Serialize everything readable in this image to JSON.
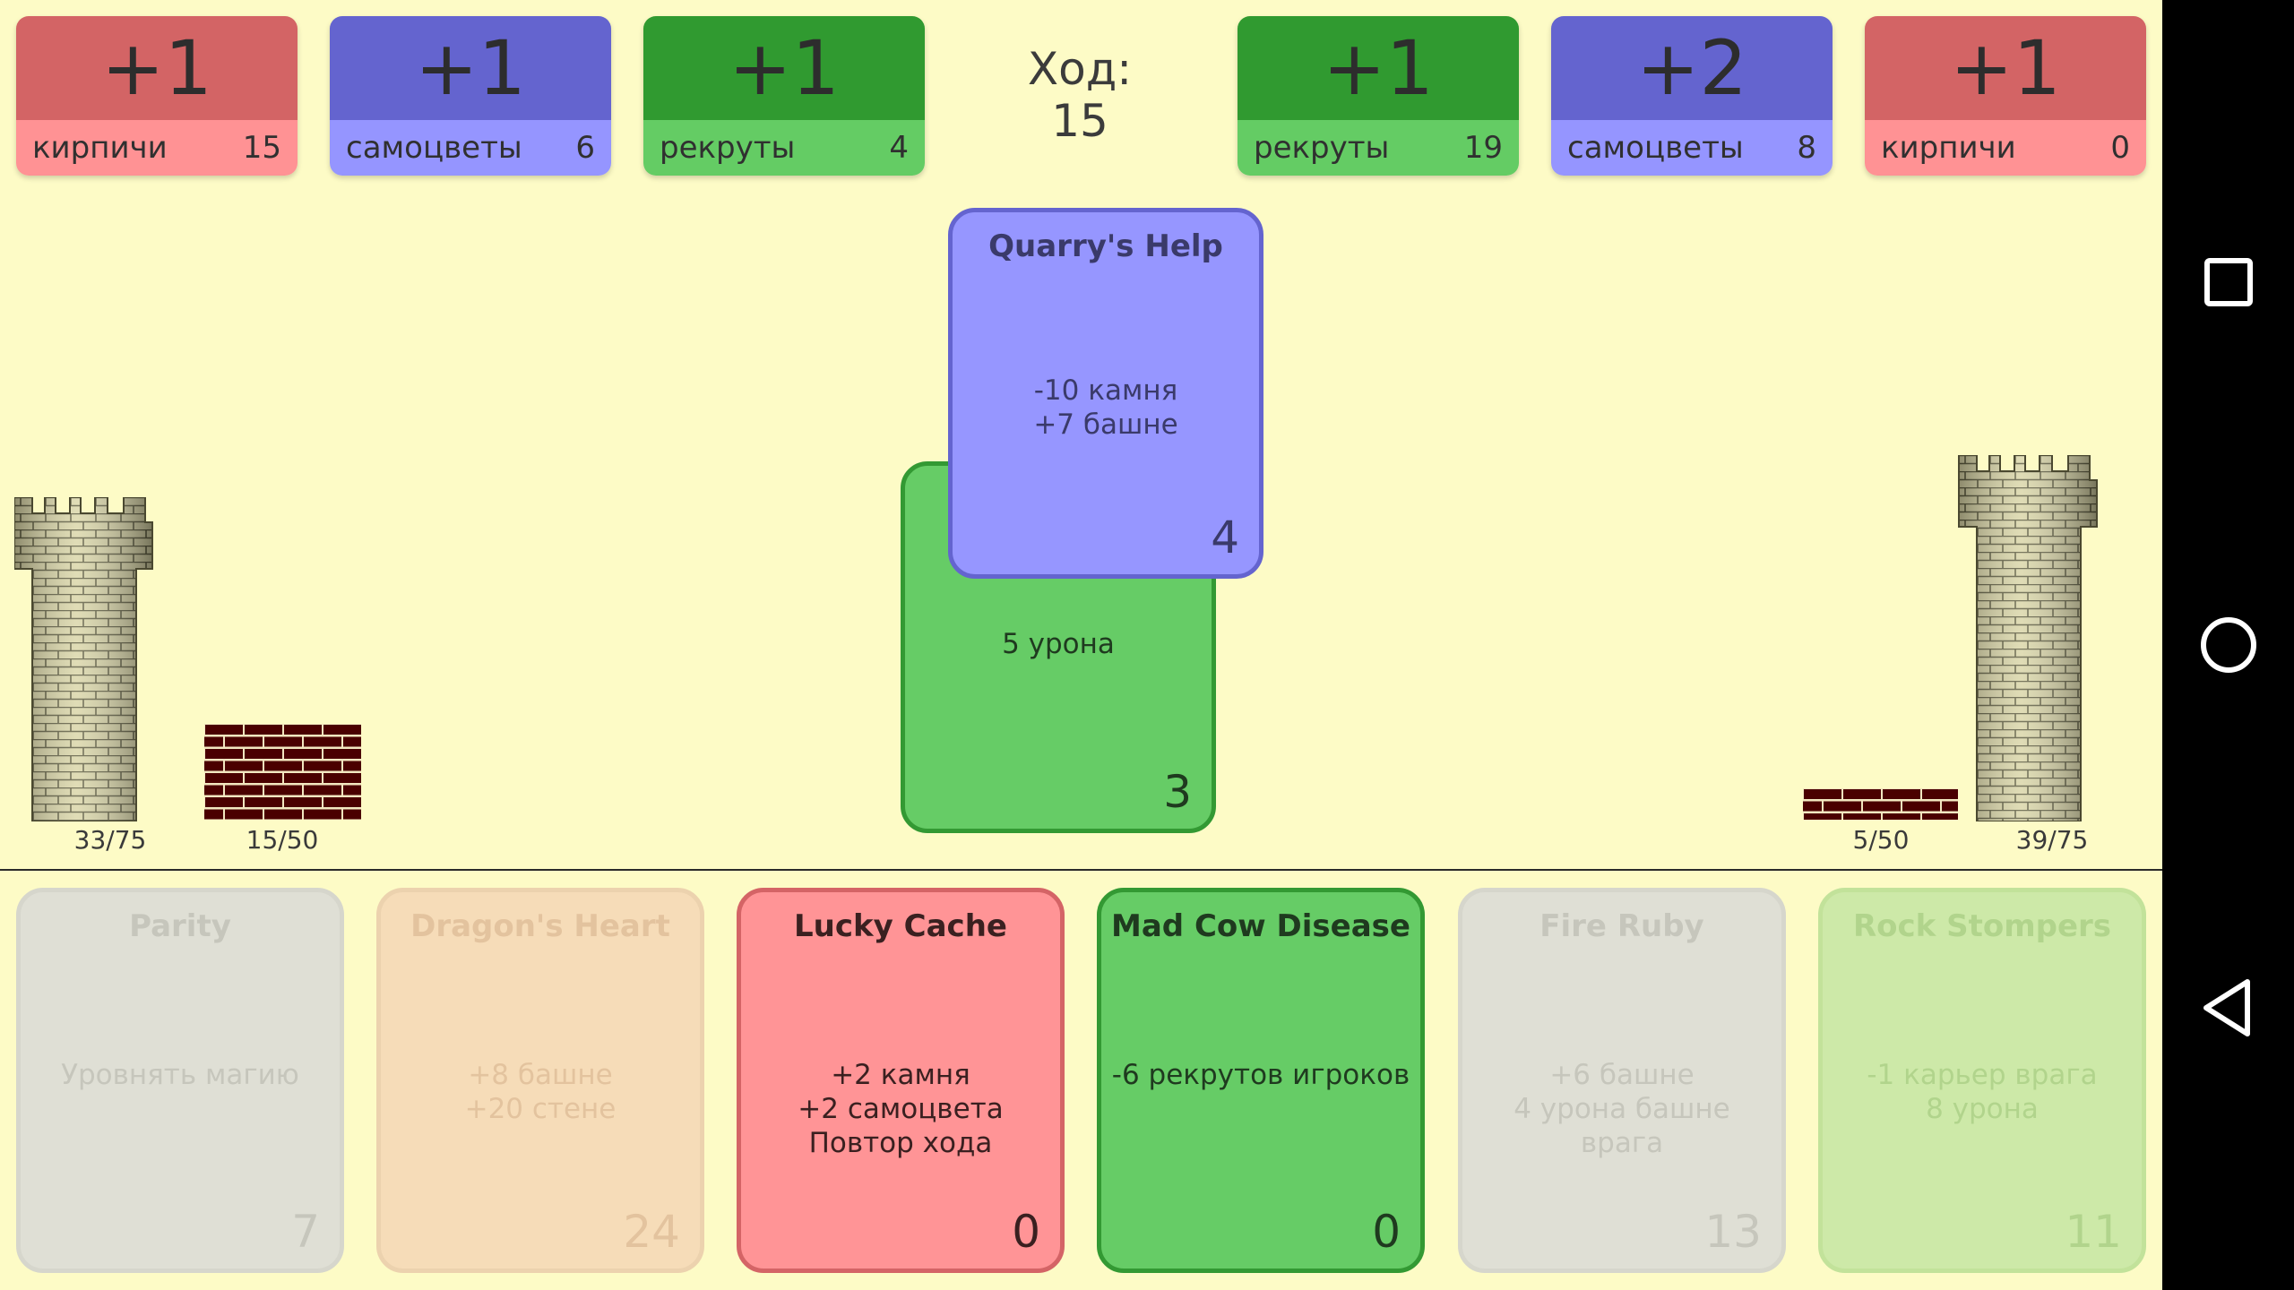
{
  "turn": {
    "label": "Ход:",
    "number": "15"
  },
  "player_resources": [
    {
      "gain": "+1",
      "name": "кирпичи",
      "count": "15",
      "color": "red"
    },
    {
      "gain": "+1",
      "name": "самоцветы",
      "count": "6",
      "color": "blue"
    },
    {
      "gain": "+1",
      "name": "рекруты",
      "count": "4",
      "color": "green"
    }
  ],
  "enemy_resources": [
    {
      "gain": "+1",
      "name": "рекруты",
      "count": "19",
      "color": "green"
    },
    {
      "gain": "+2",
      "name": "самоцветы",
      "count": "8",
      "color": "blue"
    },
    {
      "gain": "+1",
      "name": "кирпичи",
      "count": "0",
      "color": "red"
    }
  ],
  "player_tower": {
    "tower_label": "33/75",
    "tower_value": 33,
    "tower_max": 75,
    "wall_label": "15/50",
    "wall_value": 15,
    "wall_max": 50
  },
  "enemy_tower": {
    "tower_label": "39/75",
    "tower_value": 39,
    "tower_max": 75,
    "wall_label": "5/50",
    "wall_value": 5,
    "wall_max": 50
  },
  "played_cards": [
    {
      "title": "",
      "desc": [
        "5 урона"
      ],
      "cost": "3",
      "color": "green"
    },
    {
      "title": "Quarry's Help",
      "desc": [
        "-10 камня",
        "+7 башне"
      ],
      "cost": "4",
      "color": "blue"
    }
  ],
  "hand": [
    {
      "title": "Parity",
      "desc": [
        "Уровнять магию"
      ],
      "cost": "7",
      "color": "grey",
      "playable": false
    },
    {
      "title": "Dragon's Heart",
      "desc": [
        "+8 башне",
        "+20 стене"
      ],
      "cost": "24",
      "color": "peach",
      "playable": false
    },
    {
      "title": "Lucky Cache",
      "desc": [
        "+2 камня",
        "+2 самоцвета",
        "Повтор хода"
      ],
      "cost": "0",
      "color": "red",
      "playable": true
    },
    {
      "title": "Mad Cow Disease",
      "desc": [
        "-6 рекрутов игроков"
      ],
      "cost": "0",
      "color": "green",
      "playable": true
    },
    {
      "title": "Fire Ruby",
      "desc": [
        "+6 башне",
        "4 урона башне врага"
      ],
      "cost": "13",
      "color": "grey",
      "playable": false
    },
    {
      "title": "Rock Stompers",
      "desc": [
        "-1 карьер врага",
        "8 урона"
      ],
      "cost": "11",
      "color": "lgreen",
      "playable": false
    }
  ],
  "nav": {
    "recents_icon": "square-icon",
    "home_icon": "circle-icon",
    "back_icon": "triangle-back-icon"
  }
}
